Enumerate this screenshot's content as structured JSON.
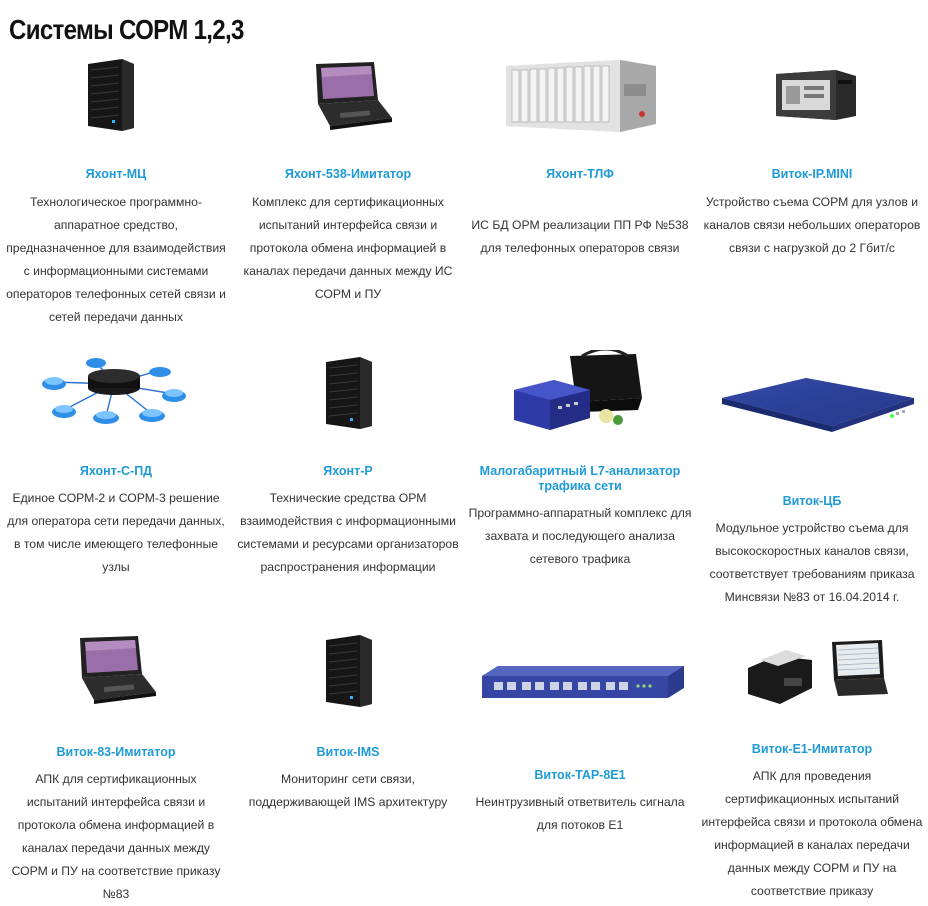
{
  "page_title": "Системы СОРМ 1,2,3",
  "products": [
    {
      "name": "Яхонт-МЦ",
      "icon": "server-tower-icon",
      "desc": "Технологическое программно-аппаратное средство, предназначенное для взаимодействия с информационными системами операторов телефонных сетей связи и сетей передачи данных"
    },
    {
      "name": "Яхонт-538-Имитатор",
      "icon": "rugged-laptop-icon",
      "desc": "Комплекс для сертификационных испытаний интерфейса связи и протокола обмена информацией в каналах передачи данных между ИС СОРМ и ПУ"
    },
    {
      "name": "Яхонт-ТЛФ",
      "icon": "rack-chassis-icon",
      "desc": "ИС БД ОРМ реализации ПП РФ №538 для телефонных операторов связи"
    },
    {
      "name": "Виток-IP.MINI",
      "icon": "mini-server-icon",
      "desc": "Устройство съема СОРМ для узлов и каналов связи небольших операторов связи с нагрузкой до 2 Гбит/с"
    },
    {
      "name": "Яхонт-С-ПД",
      "icon": "network-nodes-icon",
      "desc": "Единое СОРМ-2 и СОРМ-3 решение для оператора сети передачи данных, в том числе имеющего телефонные узлы"
    },
    {
      "name": "Яхонт-Р",
      "icon": "server-tower-icon",
      "desc": "Технические средства ОРМ взаимодействия с информационными системами и ресурсами организаторов распространения информации"
    },
    {
      "name": "Малогабаритный L7-анализатор трафика сети",
      "icon": "portable-analyzer-icon",
      "desc": "Программно-аппаратный комплекс для захвата и последующего анализа сетевого трафика"
    },
    {
      "name": "Виток-ЦБ",
      "icon": "rack-1u-icon",
      "desc": "Модульное устройство съема для высокоскоростных каналов связи, соответствует требованиям приказа Минсвязи №83 от 16.04.2014 г."
    },
    {
      "name": "Виток-83-Имитатор",
      "icon": "rugged-laptop-icon",
      "desc": "АПК для сертификационных испытаний интерфейса связи и протокола обмена информацией в каналах передачи данных между СОРМ и ПУ на соответствие приказу №83"
    },
    {
      "name": "Виток-IMS",
      "icon": "server-tower-icon",
      "desc": "Мониторинг сети связи, поддерживающей IMS архитектуру"
    },
    {
      "name": "Виток-TAP-8E1",
      "icon": "network-tap-icon",
      "desc": "Неинтрузивный ответвитель сигнала для потоков Е1"
    },
    {
      "name": "Виток-Е1-Имитатор",
      "icon": "laptop-analyzer-icon",
      "desc": "АПК для проведения сертификационных испытаний интерфейса связи и протокола обмена информацией в каналах передачи данных между СОРМ и ПУ на соответствие приказу"
    }
  ]
}
